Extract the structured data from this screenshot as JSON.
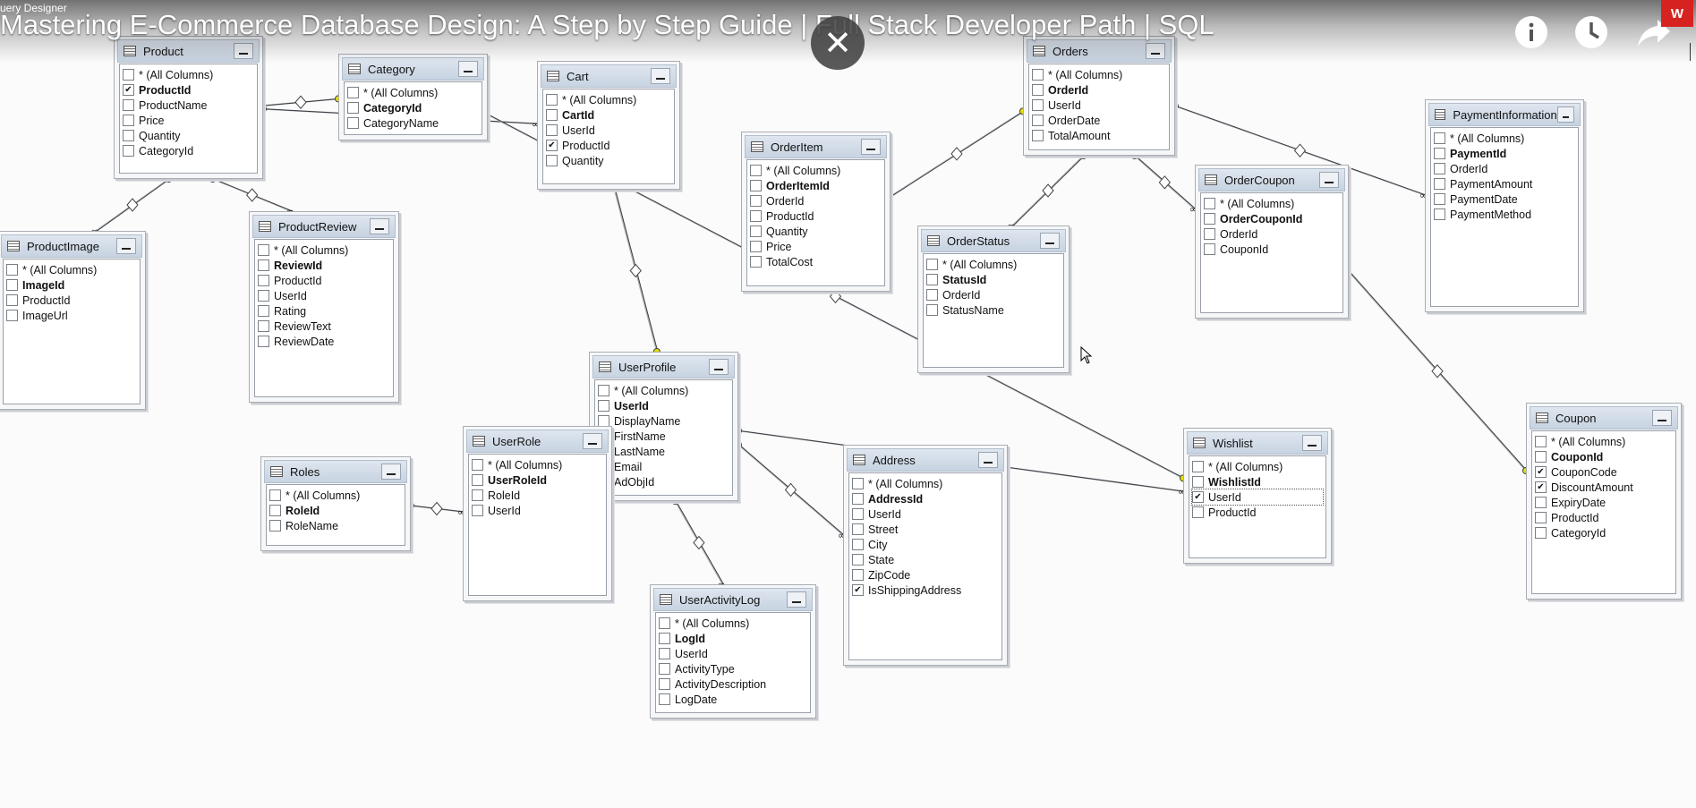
{
  "window": {
    "designer_label": "uery Designer",
    "video_title": "Mastering E-Commerce Database Design: A Step by Step Guide | Full Stack Developer Path | SQL",
    "close_glyph": "✕",
    "badge_text": "W",
    "icons": [
      "info-icon",
      "clock-icon",
      "share-icon"
    ]
  },
  "tables": {
    "product": {
      "title": "Product",
      "columns": [
        {
          "name": "* (All Columns)",
          "key": false,
          "checked": false
        },
        {
          "name": "ProductId",
          "key": true,
          "checked": true
        },
        {
          "name": "ProductName",
          "key": false,
          "checked": false
        },
        {
          "name": "Price",
          "key": false,
          "checked": false
        },
        {
          "name": "Quantity",
          "key": false,
          "checked": false
        },
        {
          "name": "CategoryId",
          "key": false,
          "checked": false
        }
      ]
    },
    "category": {
      "title": "Category",
      "columns": [
        {
          "name": "* (All Columns)",
          "key": false,
          "checked": false
        },
        {
          "name": "CategoryId",
          "key": true,
          "checked": false
        },
        {
          "name": "CategoryName",
          "key": false,
          "checked": false
        }
      ]
    },
    "cart": {
      "title": "Cart",
      "columns": [
        {
          "name": "* (All Columns)",
          "key": false,
          "checked": false
        },
        {
          "name": "CartId",
          "key": true,
          "checked": false
        },
        {
          "name": "UserId",
          "key": false,
          "checked": false
        },
        {
          "name": "ProductId",
          "key": false,
          "checked": true
        },
        {
          "name": "Quantity",
          "key": false,
          "checked": false
        }
      ]
    },
    "orderitem": {
      "title": "OrderItem",
      "columns": [
        {
          "name": "* (All Columns)",
          "key": false,
          "checked": false
        },
        {
          "name": "OrderItemId",
          "key": true,
          "checked": false
        },
        {
          "name": "OrderId",
          "key": false,
          "checked": false
        },
        {
          "name": "ProductId",
          "key": false,
          "checked": false
        },
        {
          "name": "Quantity",
          "key": false,
          "checked": false
        },
        {
          "name": "Price",
          "key": false,
          "checked": false
        },
        {
          "name": "TotalCost",
          "key": false,
          "checked": false
        }
      ]
    },
    "orders": {
      "title": "Orders",
      "columns": [
        {
          "name": "* (All Columns)",
          "key": false,
          "checked": false
        },
        {
          "name": "OrderId",
          "key": true,
          "checked": false
        },
        {
          "name": "UserId",
          "key": false,
          "checked": false
        },
        {
          "name": "OrderDate",
          "key": false,
          "checked": false
        },
        {
          "name": "TotalAmount",
          "key": false,
          "checked": false
        }
      ]
    },
    "paymentinformation": {
      "title": "PaymentInformation",
      "columns": [
        {
          "name": "* (All Columns)",
          "key": false,
          "checked": false
        },
        {
          "name": "PaymentId",
          "key": true,
          "checked": false
        },
        {
          "name": "OrderId",
          "key": false,
          "checked": false
        },
        {
          "name": "PaymentAmount",
          "key": false,
          "checked": false
        },
        {
          "name": "PaymentDate",
          "key": false,
          "checked": false
        },
        {
          "name": "PaymentMethod",
          "key": false,
          "checked": false
        }
      ]
    },
    "ordercoupon": {
      "title": "OrderCoupon",
      "columns": [
        {
          "name": "* (All Columns)",
          "key": false,
          "checked": false
        },
        {
          "name": "OrderCouponId",
          "key": true,
          "checked": false
        },
        {
          "name": "OrderId",
          "key": false,
          "checked": false
        },
        {
          "name": "CouponId",
          "key": false,
          "checked": false
        }
      ]
    },
    "orderstatus": {
      "title": "OrderStatus",
      "columns": [
        {
          "name": "* (All Columns)",
          "key": false,
          "checked": false
        },
        {
          "name": "StatusId",
          "key": true,
          "checked": false
        },
        {
          "name": "OrderId",
          "key": false,
          "checked": false
        },
        {
          "name": "StatusName",
          "key": false,
          "checked": false
        }
      ]
    },
    "productimage": {
      "title": "ProductImage",
      "columns": [
        {
          "name": "* (All Columns)",
          "key": false,
          "checked": false
        },
        {
          "name": "ImageId",
          "key": true,
          "checked": false
        },
        {
          "name": "ProductId",
          "key": false,
          "checked": false
        },
        {
          "name": "ImageUrl",
          "key": false,
          "checked": false
        }
      ]
    },
    "productreview": {
      "title": "ProductReview",
      "columns": [
        {
          "name": "* (All Columns)",
          "key": false,
          "checked": false
        },
        {
          "name": "ReviewId",
          "key": true,
          "checked": false
        },
        {
          "name": "ProductId",
          "key": false,
          "checked": false
        },
        {
          "name": "UserId",
          "key": false,
          "checked": false
        },
        {
          "name": "Rating",
          "key": false,
          "checked": false
        },
        {
          "name": "ReviewText",
          "key": false,
          "checked": false
        },
        {
          "name": "ReviewDate",
          "key": false,
          "checked": false
        }
      ]
    },
    "userprofile": {
      "title": "UserProfile",
      "columns": [
        {
          "name": "* (All Columns)",
          "key": false,
          "checked": false
        },
        {
          "name": "UserId",
          "key": true,
          "checked": false
        },
        {
          "name": "DisplayName",
          "key": false,
          "checked": false
        },
        {
          "name": "FirstName",
          "key": false,
          "checked": false
        },
        {
          "name": "LastName",
          "key": false,
          "checked": false
        },
        {
          "name": "Email",
          "key": false,
          "checked": false
        },
        {
          "name": "AdObjId",
          "key": false,
          "checked": false
        }
      ]
    },
    "roles": {
      "title": "Roles",
      "columns": [
        {
          "name": "* (All Columns)",
          "key": false,
          "checked": false
        },
        {
          "name": "RoleId",
          "key": true,
          "checked": false
        },
        {
          "name": "RoleName",
          "key": false,
          "checked": false
        }
      ]
    },
    "userrole": {
      "title": "UserRole",
      "columns": [
        {
          "name": "* (All Columns)",
          "key": false,
          "checked": false
        },
        {
          "name": "UserRoleId",
          "key": true,
          "checked": false
        },
        {
          "name": "RoleId",
          "key": false,
          "checked": false
        },
        {
          "name": "UserId",
          "key": false,
          "checked": false
        }
      ]
    },
    "address": {
      "title": "Address",
      "columns": [
        {
          "name": "* (All Columns)",
          "key": false,
          "checked": false
        },
        {
          "name": "AddressId",
          "key": true,
          "checked": false
        },
        {
          "name": "UserId",
          "key": false,
          "checked": false
        },
        {
          "name": "Street",
          "key": false,
          "checked": false
        },
        {
          "name": "City",
          "key": false,
          "checked": false
        },
        {
          "name": "State",
          "key": false,
          "checked": false
        },
        {
          "name": "ZipCode",
          "key": false,
          "checked": false
        },
        {
          "name": "IsShippingAddress",
          "key": false,
          "checked": true
        }
      ]
    },
    "wishlist": {
      "title": "Wishlist",
      "columns": [
        {
          "name": "* (All Columns)",
          "key": false,
          "checked": false
        },
        {
          "name": "WishlistId",
          "key": true,
          "checked": false
        },
        {
          "name": "UserId",
          "key": false,
          "checked": true,
          "selected": true
        },
        {
          "name": "ProductId",
          "key": false,
          "checked": false
        }
      ]
    },
    "useractivitylog": {
      "title": "UserActivityLog",
      "columns": [
        {
          "name": "* (All Columns)",
          "key": false,
          "checked": false
        },
        {
          "name": "LogId",
          "key": true,
          "checked": false
        },
        {
          "name": "UserId",
          "key": false,
          "checked": false
        },
        {
          "name": "ActivityType",
          "key": false,
          "checked": false
        },
        {
          "name": "ActivityDescription",
          "key": false,
          "checked": false
        },
        {
          "name": "LogDate",
          "key": false,
          "checked": false
        }
      ]
    },
    "coupon": {
      "title": "Coupon",
      "columns": [
        {
          "name": "* (All Columns)",
          "key": false,
          "checked": false
        },
        {
          "name": "CouponId",
          "key": true,
          "checked": false
        },
        {
          "name": "CouponCode",
          "key": false,
          "checked": true
        },
        {
          "name": "DiscountAmount",
          "key": false,
          "checked": true
        },
        {
          "name": "ExpiryDate",
          "key": false,
          "checked": false
        },
        {
          "name": "ProductId",
          "key": false,
          "checked": false
        },
        {
          "name": "CategoryId",
          "key": false,
          "checked": false
        }
      ]
    }
  },
  "relationships": [
    {
      "from": "productimage",
      "to": "product"
    },
    {
      "from": "productreview",
      "to": "product"
    },
    {
      "from": "product",
      "to": "category"
    },
    {
      "from": "cart",
      "to": "product"
    },
    {
      "from": "cart",
      "to": "userprofile"
    },
    {
      "from": "category",
      "to": "wishlist"
    },
    {
      "from": "orderitem",
      "to": "orders"
    },
    {
      "from": "orderstatus",
      "to": "orders"
    },
    {
      "from": "ordercoupon",
      "to": "orders"
    },
    {
      "from": "paymentinformation",
      "to": "orders"
    },
    {
      "from": "ordercoupon",
      "to": "coupon"
    },
    {
      "from": "userrole",
      "to": "roles"
    },
    {
      "from": "userrole",
      "to": "userprofile"
    },
    {
      "from": "useractivitylog",
      "to": "userprofile"
    },
    {
      "from": "address",
      "to": "userprofile"
    },
    {
      "from": "wishlist",
      "to": "userprofile"
    }
  ]
}
